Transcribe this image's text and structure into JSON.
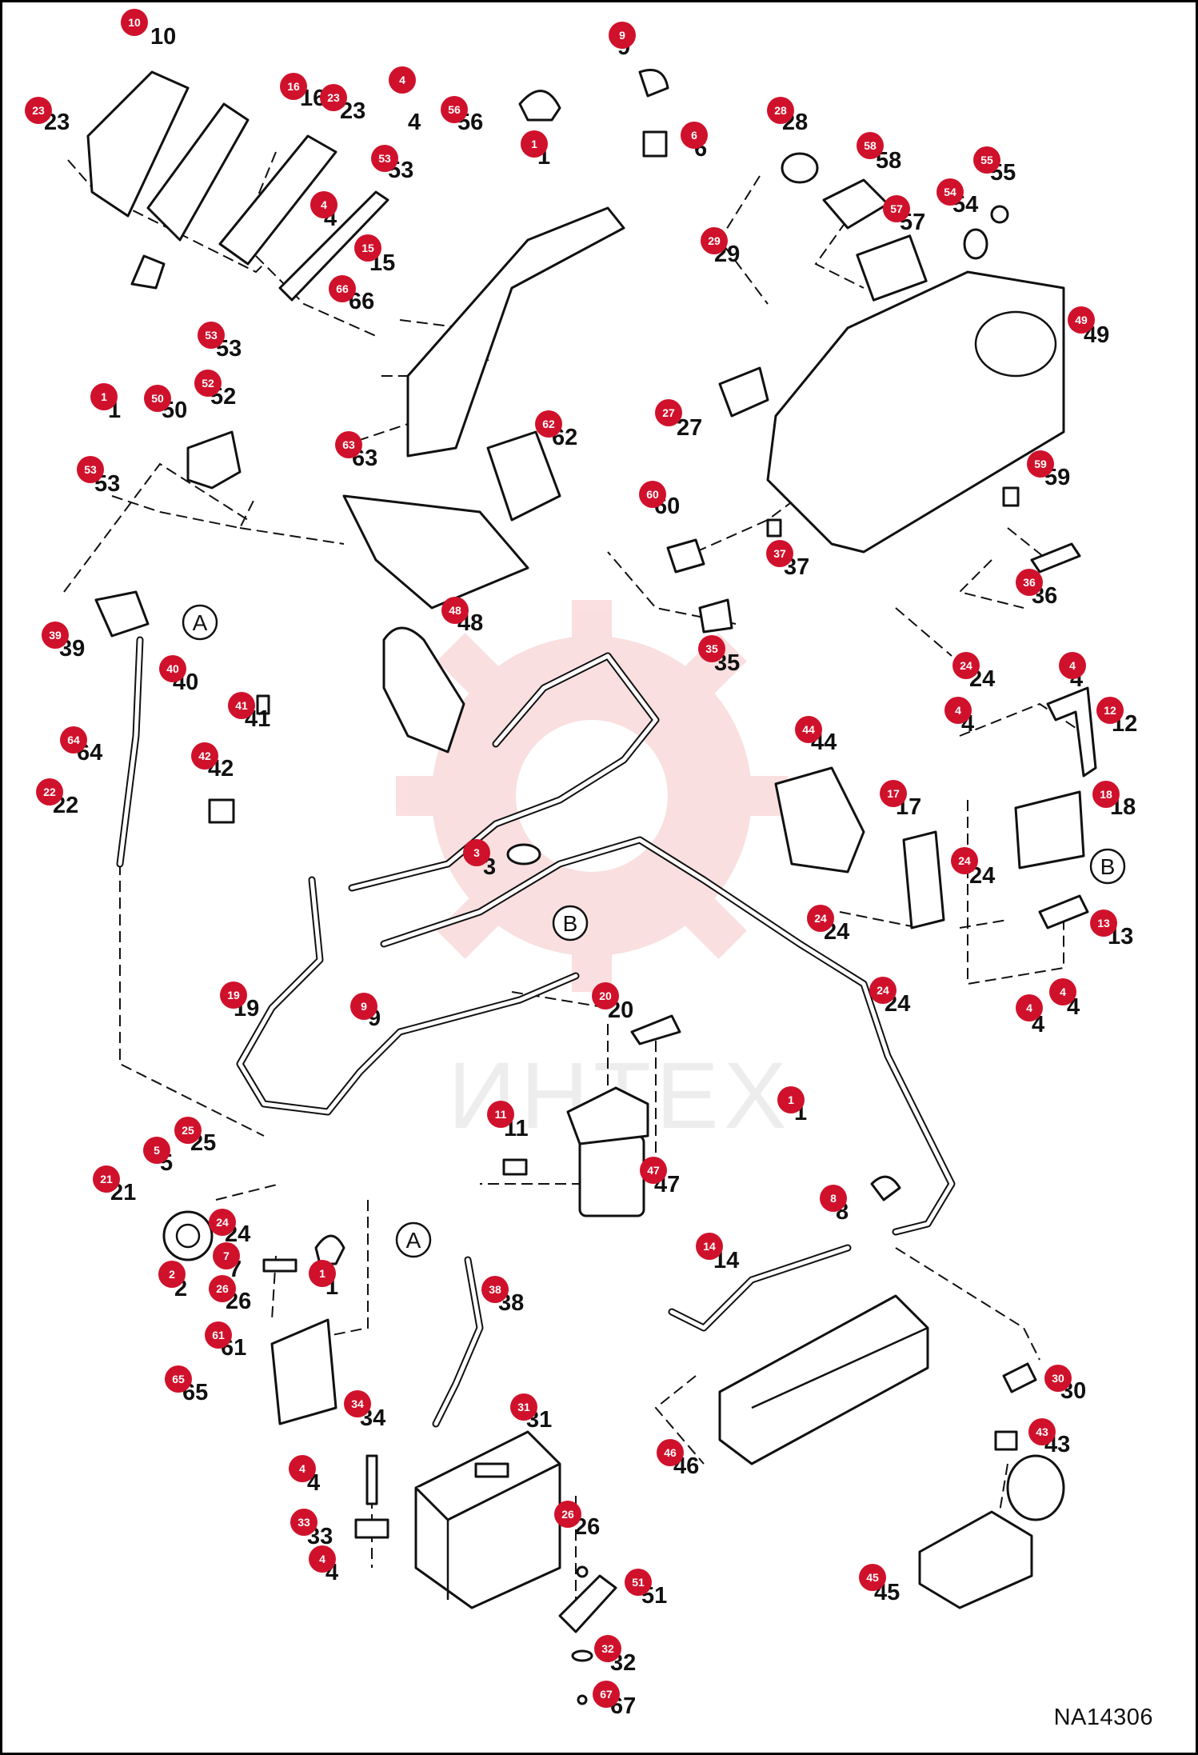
{
  "drawing_id": "NA14306",
  "watermark": "ИНТЕХ",
  "colors": {
    "badge": "#d0112b",
    "line": "#111111",
    "watermark_gear": "#f5c6c6",
    "watermark_text": "#e0e0e0"
  },
  "callouts": [
    {
      "id": "c10a",
      "num": "10"
    },
    {
      "id": "c23a",
      "num": "23"
    },
    {
      "id": "c16",
      "num": "16"
    },
    {
      "id": "c23b",
      "num": "23"
    },
    {
      "id": "c4a",
      "num": "4"
    },
    {
      "id": "c56",
      "num": "56"
    },
    {
      "id": "c1a",
      "num": "1"
    },
    {
      "id": "c9a",
      "num": "9"
    },
    {
      "id": "c6",
      "num": "6"
    },
    {
      "id": "c28",
      "num": "28"
    },
    {
      "id": "c58",
      "num": "58"
    },
    {
      "id": "c55",
      "num": "55"
    },
    {
      "id": "c53a",
      "num": "53"
    },
    {
      "id": "c4b",
      "num": "4"
    },
    {
      "id": "c15",
      "num": "15"
    },
    {
      "id": "c54",
      "num": "54"
    },
    {
      "id": "c57",
      "num": "57"
    },
    {
      "id": "c29",
      "num": "29"
    },
    {
      "id": "c66",
      "num": "66"
    },
    {
      "id": "c53b",
      "num": "53"
    },
    {
      "id": "c49",
      "num": "49"
    },
    {
      "id": "c1b",
      "num": "1"
    },
    {
      "id": "c50",
      "num": "50"
    },
    {
      "id": "c52",
      "num": "52"
    },
    {
      "id": "c27",
      "num": "27"
    },
    {
      "id": "c62",
      "num": "62"
    },
    {
      "id": "c63",
      "num": "63"
    },
    {
      "id": "c53c",
      "num": "53"
    },
    {
      "id": "c59",
      "num": "59"
    },
    {
      "id": "c60",
      "num": "60"
    },
    {
      "id": "c37",
      "num": "37"
    },
    {
      "id": "c36",
      "num": "36"
    },
    {
      "id": "c39",
      "num": "39"
    },
    {
      "id": "c40",
      "num": "40"
    },
    {
      "id": "c48",
      "num": "48"
    },
    {
      "id": "c35a",
      "num": "35"
    },
    {
      "id": "c24a",
      "num": "24"
    },
    {
      "id": "c4c",
      "num": "4"
    },
    {
      "id": "c4d",
      "num": "4"
    },
    {
      "id": "c12",
      "num": "12"
    },
    {
      "id": "c41",
      "num": "41"
    },
    {
      "id": "c64",
      "num": "64"
    },
    {
      "id": "c44",
      "num": "44"
    },
    {
      "id": "c42",
      "num": "42"
    },
    {
      "id": "c17",
      "num": "17"
    },
    {
      "id": "c18",
      "num": "18"
    },
    {
      "id": "c22",
      "num": "22"
    },
    {
      "id": "c3",
      "num": "3"
    },
    {
      "id": "c24b",
      "num": "24"
    },
    {
      "id": "c24c",
      "num": "24"
    },
    {
      "id": "c13",
      "num": "13"
    },
    {
      "id": "c24d",
      "num": "24"
    },
    {
      "id": "c19",
      "num": "19"
    },
    {
      "id": "c9b",
      "num": "9"
    },
    {
      "id": "c20",
      "num": "20"
    },
    {
      "id": "c4e",
      "num": "4"
    },
    {
      "id": "c4f",
      "num": "4"
    },
    {
      "id": "c1c",
      "num": "1"
    },
    {
      "id": "c11",
      "num": "11"
    },
    {
      "id": "c25",
      "num": "25"
    },
    {
      "id": "c5",
      "num": "5"
    },
    {
      "id": "c21",
      "num": "21"
    },
    {
      "id": "c47",
      "num": "47"
    },
    {
      "id": "c8",
      "num": "8"
    },
    {
      "id": "c24e",
      "num": "24"
    },
    {
      "id": "c7",
      "num": "7"
    },
    {
      "id": "c1d",
      "num": "1"
    },
    {
      "id": "c2",
      "num": "2"
    },
    {
      "id": "c26a",
      "num": "26"
    },
    {
      "id": "c14",
      "num": "14"
    },
    {
      "id": "c38",
      "num": "38"
    },
    {
      "id": "c61",
      "num": "61"
    },
    {
      "id": "c30",
      "num": "30"
    },
    {
      "id": "c65",
      "num": "65"
    },
    {
      "id": "c31",
      "num": "31"
    },
    {
      "id": "c34",
      "num": "34"
    },
    {
      "id": "c43",
      "num": "43"
    },
    {
      "id": "c4g",
      "num": "4"
    },
    {
      "id": "c46",
      "num": "46"
    },
    {
      "id": "c33",
      "num": "33"
    },
    {
      "id": "c26b",
      "num": "26"
    },
    {
      "id": "c4h",
      "num": "4"
    },
    {
      "id": "c51",
      "num": "51"
    },
    {
      "id": "c45",
      "num": "45"
    },
    {
      "id": "c32",
      "num": "32"
    },
    {
      "id": "c67",
      "num": "67"
    }
  ],
  "refs": [
    {
      "id": "rA1",
      "letter": "A"
    },
    {
      "id": "rB1",
      "letter": "B"
    },
    {
      "id": "rB2",
      "letter": "B"
    },
    {
      "id": "rA2",
      "letter": "A"
    }
  ]
}
